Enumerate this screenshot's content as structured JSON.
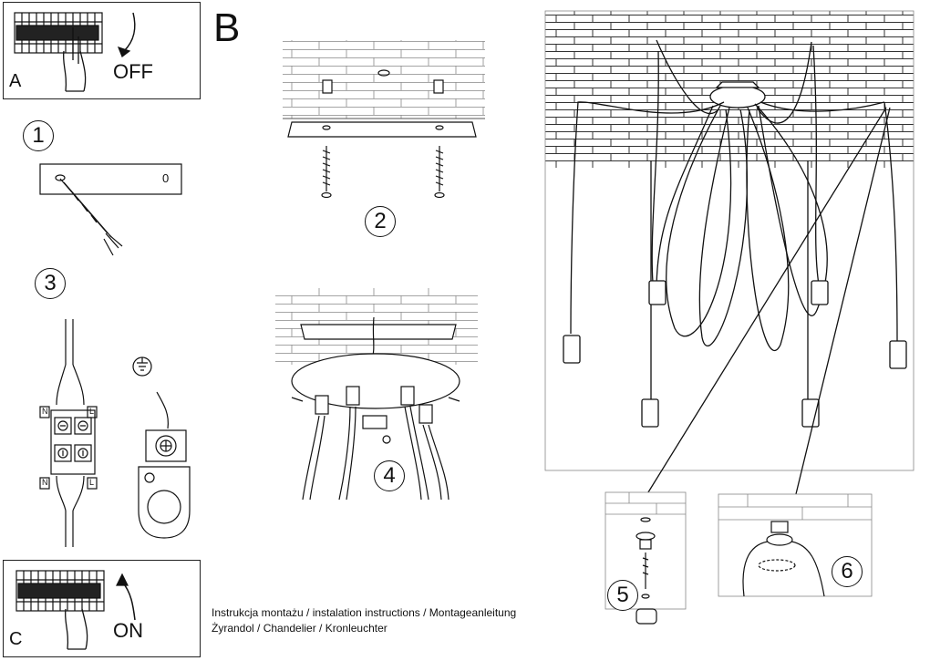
{
  "panels": {
    "A": {
      "letter": "A",
      "state": "OFF"
    },
    "B": {
      "letter": "B"
    },
    "C": {
      "letter": "C",
      "state": "ON"
    }
  },
  "steps": [
    "1",
    "2",
    "3",
    "4",
    "5",
    "6"
  ],
  "plate_label": "0",
  "terminals": {
    "n_top": "N",
    "l_top": "L",
    "n_bottom": "N",
    "l_bottom": "L"
  },
  "captions": {
    "line1": "Instrukcja montażu / instalation instructions / Montageanleitung",
    "line2": "Żyrandol / Chandelier / Kronleuchter"
  }
}
